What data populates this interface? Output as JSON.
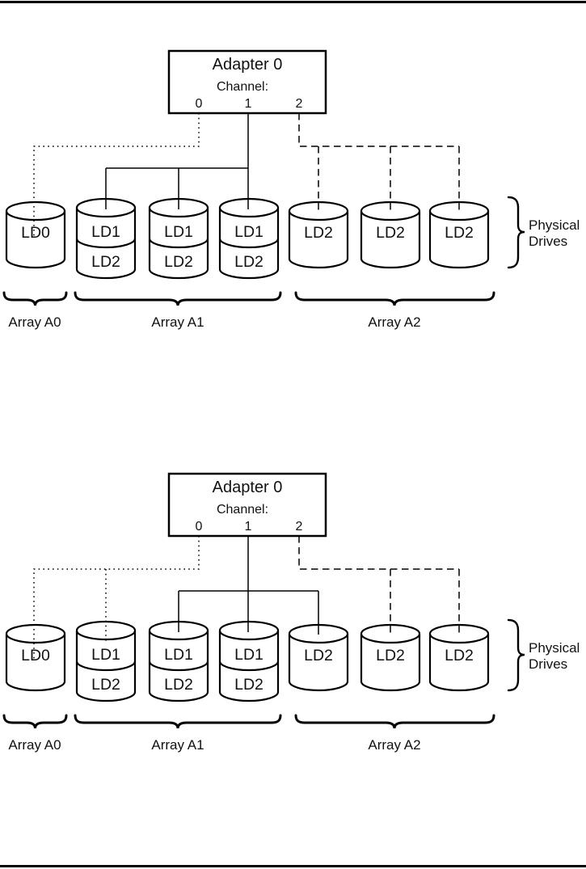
{
  "diagrams": [
    {
      "adapter": {
        "title": "Adapter 0",
        "channel_label": "Channel:",
        "channels": [
          "0",
          "1",
          "2"
        ]
      },
      "drives": [
        {
          "labels": [
            "LD0"
          ]
        },
        {
          "labels": [
            "LD1",
            "LD2"
          ]
        },
        {
          "labels": [
            "LD1",
            "LD2"
          ]
        },
        {
          "labels": [
            "LD1",
            "LD2"
          ]
        },
        {
          "labels": [
            "LD2"
          ]
        },
        {
          "labels": [
            "LD2"
          ]
        },
        {
          "labels": [
            "LD2"
          ]
        }
      ],
      "connections": [
        {
          "channel": "0",
          "line_style": "dotted",
          "drive_indexes": [
            0
          ]
        },
        {
          "channel": "1",
          "line_style": "solid",
          "drive_indexes": [
            1,
            2,
            3
          ]
        },
        {
          "channel": "2",
          "line_style": "dashed",
          "drive_indexes": [
            4,
            5,
            6
          ]
        }
      ],
      "physical_drives_label": [
        "Physical",
        "Drives"
      ],
      "arrays": [
        {
          "label": "Array A0",
          "drive_indexes": [
            0
          ]
        },
        {
          "label": "Array A1",
          "drive_indexes": [
            1,
            2,
            3
          ]
        },
        {
          "label": "Array A2",
          "drive_indexes": [
            4,
            5,
            6
          ]
        }
      ]
    },
    {
      "adapter": {
        "title": "Adapter 0",
        "channel_label": "Channel:",
        "channels": [
          "0",
          "1",
          "2"
        ]
      },
      "drives": [
        {
          "labels": [
            "LD0"
          ]
        },
        {
          "labels": [
            "LD1",
            "LD2"
          ]
        },
        {
          "labels": [
            "LD1",
            "LD2"
          ]
        },
        {
          "labels": [
            "LD1",
            "LD2"
          ]
        },
        {
          "labels": [
            "LD2"
          ]
        },
        {
          "labels": [
            "LD2"
          ]
        },
        {
          "labels": [
            "LD2"
          ]
        }
      ],
      "connections": [
        {
          "channel": "0",
          "line_style": "dotted",
          "drive_indexes": [
            0,
            1
          ]
        },
        {
          "channel": "1",
          "line_style": "solid",
          "drive_indexes": [
            2,
            3,
            4
          ]
        },
        {
          "channel": "2",
          "line_style": "dashed",
          "drive_indexes": [
            5,
            6
          ]
        }
      ],
      "physical_drives_label": [
        "Physical",
        "Drives"
      ],
      "arrays": [
        {
          "label": "Array A0",
          "drive_indexes": [
            0
          ]
        },
        {
          "label": "Array A1",
          "drive_indexes": [
            1,
            2,
            3
          ]
        },
        {
          "label": "Array A2",
          "drive_indexes": [
            4,
            5,
            6
          ]
        }
      ]
    }
  ]
}
